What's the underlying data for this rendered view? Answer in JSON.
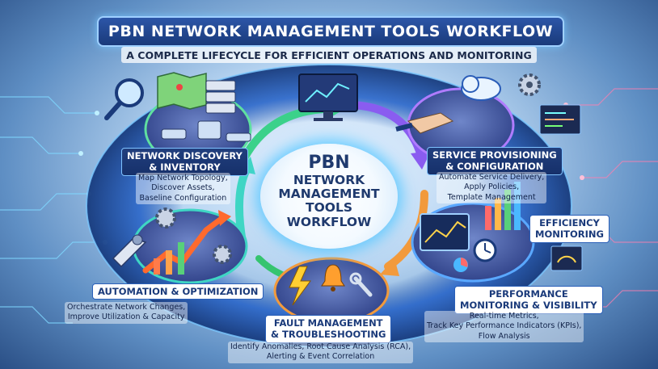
{
  "header": {
    "title": "PBN NETWORK MANAGEMENT TOOLS WORKFLOW",
    "subtitle": "A COMPLETE LIFECYCLE FOR EFFICIENT OPERATIONS AND MONITORING"
  },
  "center": {
    "line1": "PBN",
    "line2": "NETWORK",
    "line3": "MANAGEMENT",
    "line4": "TOOLS",
    "line5": "WORKFLOW"
  },
  "stages": {
    "discovery": {
      "label1": "NETWORK DISCOVERY",
      "label2": "& INVENTORY",
      "d1": "Map Network Topology,",
      "d2": "Discover Assets,",
      "d3": "Baseline Configuration"
    },
    "provisioning": {
      "label1": "SERVICE PROVISIONING",
      "label2": "& CONFIGURATION",
      "d1": "Automate Service Delivery,",
      "d2": "Apply Policies,",
      "d3": "Template Management"
    },
    "efficiency": {
      "label1": "EFFICIENCY",
      "label2": "MONITORING"
    },
    "performance": {
      "label1": "PERFORMANCE",
      "label2": "MONITORING & VISIBILITY",
      "d1": "Real-time Metrics,",
      "d2": "Track Key Performance Indicators (KPIs),",
      "d3": "Flow Analysis"
    },
    "fault": {
      "label1": "FAULT MANAGEMENT",
      "label2": "& TROUBLESHOOTING",
      "d1": "Identify Anomalies, Root Cause Analysis (RCA),",
      "d2": "Alerting & Event Correlation"
    },
    "automation": {
      "label1": "AUTOMATION & OPTIMIZATION",
      "d1": "Orchestrate Network Changes,",
      "d2": "Improve Utilization & Capacity"
    }
  },
  "colors": {
    "ring": "#2b6fd6",
    "arrow_green": "#3bd18a",
    "arrow_purple": "#8a5cf0",
    "arrow_orange": "#f29a3c",
    "glow": "#5ad0ff"
  }
}
